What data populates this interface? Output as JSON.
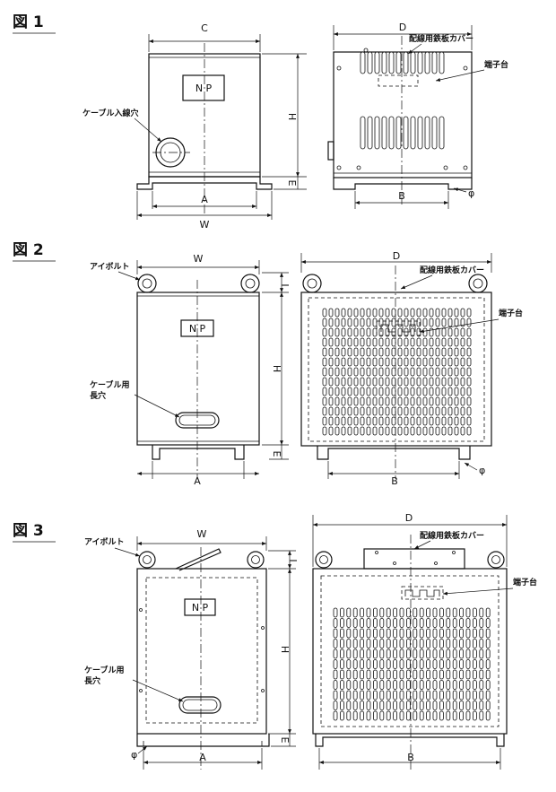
{
  "figures": [
    {
      "title": "図 1",
      "dims": {
        "w": "W",
        "a": "A",
        "c": "C",
        "h": "H",
        "e": "E",
        "d": "D",
        "b": "B",
        "phi": "φ"
      },
      "labels": {
        "np": "N P",
        "cable": "ケーブル入線穴",
        "cover": "配線用鉄板カバー",
        "terminal": "端子台"
      }
    },
    {
      "title": "図 2",
      "dims": {
        "w": "W",
        "a": "A",
        "i": "I",
        "h": "H",
        "e": "E",
        "d": "D",
        "b": "B",
        "phi": "φ"
      },
      "labels": {
        "np": "N P",
        "eyebolt": "アイボルト",
        "cable1": "ケーブル用",
        "cable2": "長穴",
        "cover": "配線用鉄板カバー",
        "terminal": "端子台"
      }
    },
    {
      "title": "図 3",
      "dims": {
        "w": "W",
        "a": "A",
        "i": "I",
        "h": "H",
        "e": "E",
        "d": "D",
        "b": "B",
        "phi": "φ"
      },
      "labels": {
        "np": "N P",
        "eyebolt": "アイボルト",
        "cable1": "ケーブル用",
        "cable2": "長穴",
        "cover": "配線用鉄板カバー",
        "terminal": "端子台"
      }
    }
  ]
}
